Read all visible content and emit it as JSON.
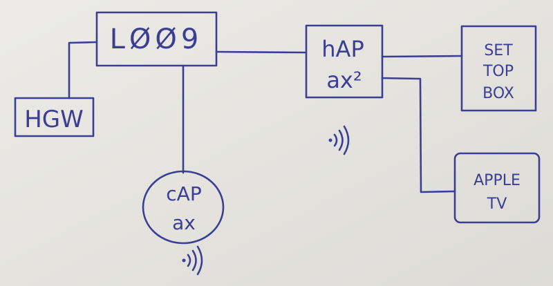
{
  "title": "Network diagram (hand-drawn)",
  "colors": {
    "paper": "#e8e7e3",
    "ink": "#3b3e92"
  },
  "nodes": {
    "hgw": {
      "label": "HGW"
    },
    "l009": {
      "label": "LØØ9"
    },
    "hap": {
      "line1": "hAP",
      "line2": "ax²"
    },
    "stb": {
      "line1": "SET",
      "line2": "TOP",
      "line3": "BOX"
    },
    "appletv": {
      "line1": "APPLE",
      "line2": "TV"
    },
    "cap": {
      "line1": "cAP",
      "line2": "ax"
    }
  },
  "icons": [
    "wifi-icon",
    "wifi-icon"
  ]
}
